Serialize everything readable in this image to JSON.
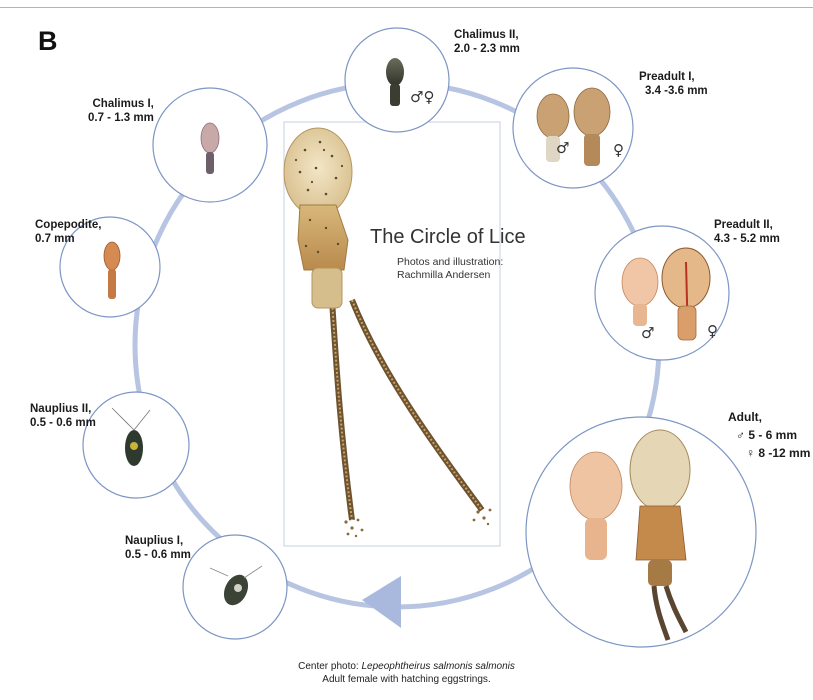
{
  "panel_letter": "B",
  "center": {
    "title": "The Circle of Lice",
    "subtitle_line1": "Photos and illustration:",
    "subtitle_line2": "Rachmilla Andersen"
  },
  "stages": [
    {
      "id": "nauplius-1",
      "name": "Nauplius I,",
      "size": "0.5 - 0.6 mm"
    },
    {
      "id": "nauplius-2",
      "name": "Nauplius II,",
      "size": "0.5 - 0.6 mm"
    },
    {
      "id": "copepodite",
      "name": "Copepodite,",
      "size": "0.7 mm"
    },
    {
      "id": "chalimus-1",
      "name": "Chalimus I,",
      "size": "0.7 - 1.3 mm"
    },
    {
      "id": "chalimus-2",
      "name": "Chalimus II,",
      "size": "2.0 - 2.3 mm",
      "sexes": "♂♀"
    },
    {
      "id": "preadult-1",
      "name": "Preadult I,",
      "size": "3.4 -3.6 mm",
      "male": "♂",
      "female": "♀"
    },
    {
      "id": "preadult-2",
      "name": "Preadult II,",
      "size": "4.3 - 5.2 mm",
      "male": "♂",
      "female": "♀"
    },
    {
      "id": "adult",
      "name": "Adult,",
      "male_size": "♂ 5 - 6 mm",
      "female_size": "♀ 8 -12 mm"
    }
  ],
  "caption": {
    "prefix": "Center photo: ",
    "species": "Lepeophtheirus salmonis salmonis",
    "line2": "Adult female with hatching eggstrings."
  },
  "colors": {
    "cycle_ring": "#b7c5e3",
    "circle_border": "#7d95c4",
    "arrow": "#a9b9de",
    "top_rule": "#9fb6d8"
  }
}
